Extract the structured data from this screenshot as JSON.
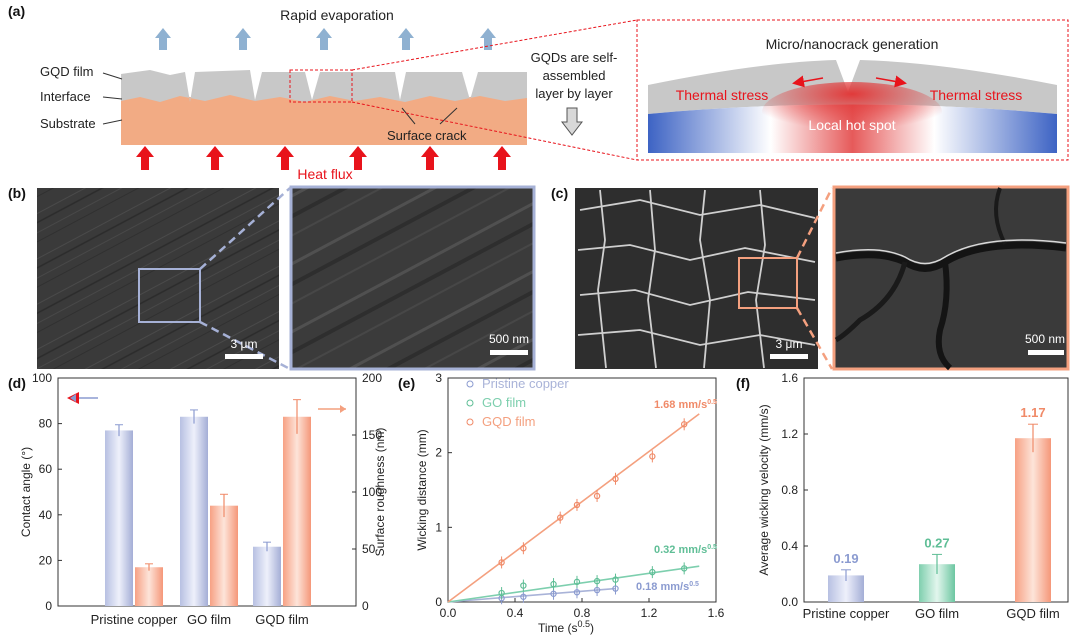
{
  "panel_a": {
    "label": "(a)",
    "rapid_evaporation": "Rapid evaporation",
    "gqd_film": "GQD film",
    "interface": "Interface",
    "substrate": "Substrate",
    "surface_crack": "Surface crack",
    "heat_flux": "Heat flux",
    "self_assembled_1": "GQDs are self-",
    "self_assembled_2": "assembled",
    "self_assembled_3": "layer by layer",
    "micro_title": "Micro/nanocrack generation",
    "thermal_stress_left": "Thermal stress",
    "thermal_stress_right": "Thermal stress",
    "local_hot_spot": "Local hot spot"
  },
  "panel_b": {
    "label": "(b)",
    "scale_main": "3 μm",
    "scale_zoom": "500 nm"
  },
  "panel_c": {
    "label": "(c)",
    "scale_main": "3 μm",
    "scale_zoom": "500 nm"
  },
  "colors": {
    "blue_bar": "#a9b3d8",
    "orange_bar": "#f6a98a",
    "green_bar": "#7dcfae",
    "blue_frame": "#a6b1d6",
    "orange_frame": "#f4a07f"
  },
  "chart_data": [
    {
      "panel": "(d)",
      "type": "bar",
      "categories": [
        "Pristine copper",
        "GO film",
        "GQD film"
      ],
      "ylabel_left": "Contact angle (°)",
      "ylabel_right": "Surface roughness (nm)",
      "ylim_left": [
        0,
        100
      ],
      "ylim_right": [
        0,
        200
      ],
      "yticks_left": [
        "0",
        "20",
        "40",
        "60",
        "80",
        "100"
      ],
      "yticks_right": [
        "0",
        "50",
        "100",
        "150",
        "200"
      ],
      "series": [
        {
          "axis": "left",
          "values": [
            77,
            83,
            26
          ],
          "errors": [
            2.5,
            3,
            2
          ]
        },
        {
          "axis": "right",
          "values": [
            34,
            88,
            166
          ],
          "errors": [
            3,
            10,
            15
          ]
        }
      ]
    },
    {
      "panel": "(e)",
      "type": "scatter",
      "xlabel": "Time (s⁰·⁵)",
      "xlabel_main": "Time (s",
      "xlabel_sup": "0.5",
      "ylabel": "Wicking distance (mm)",
      "xlim": [
        0,
        1.6
      ],
      "ylim": [
        0,
        3
      ],
      "xticks": [
        "0.0",
        "0.4",
        "0.8",
        "1.2",
        "1.6"
      ],
      "yticks": [
        "0",
        "1",
        "2",
        "3"
      ],
      "series": [
        {
          "name": "Pristine copper",
          "slope_label": "0.18 mm/s",
          "slope": 0.18,
          "x": [
            0.32,
            0.45,
            0.63,
            0.77,
            0.89,
            1.0
          ],
          "y": [
            0.05,
            0.07,
            0.11,
            0.13,
            0.16,
            0.18
          ]
        },
        {
          "name": "GO film",
          "slope_label": "0.32 mm/s",
          "slope": 0.32,
          "x": [
            0.32,
            0.45,
            0.63,
            0.77,
            0.89,
            1.0,
            1.22,
            1.41
          ],
          "y": [
            0.12,
            0.22,
            0.24,
            0.27,
            0.28,
            0.3,
            0.4,
            0.45
          ]
        },
        {
          "name": "GQD film",
          "slope_label": "1.68 mm/s",
          "slope": 1.68,
          "x": [
            0.32,
            0.45,
            0.67,
            0.77,
            0.89,
            1.0,
            1.22,
            1.41
          ],
          "y": [
            0.53,
            0.72,
            1.13,
            1.3,
            1.42,
            1.65,
            1.95,
            2.38
          ]
        }
      ],
      "slope_unit_sup": "0.5"
    },
    {
      "panel": "(f)",
      "type": "bar",
      "categories": [
        "Pristine copper",
        "GO film",
        "GQD film"
      ],
      "ylabel": "Average wicking velocity (mm/s)",
      "ylim": [
        0,
        1.6
      ],
      "yticks": [
        "0.0",
        "0.4",
        "0.8",
        "1.2",
        "1.6"
      ],
      "values": [
        0.19,
        0.27,
        1.17
      ],
      "errors": [
        0.04,
        0.07,
        0.1
      ],
      "value_labels": [
        "0.19",
        "0.27",
        "1.17"
      ]
    }
  ]
}
